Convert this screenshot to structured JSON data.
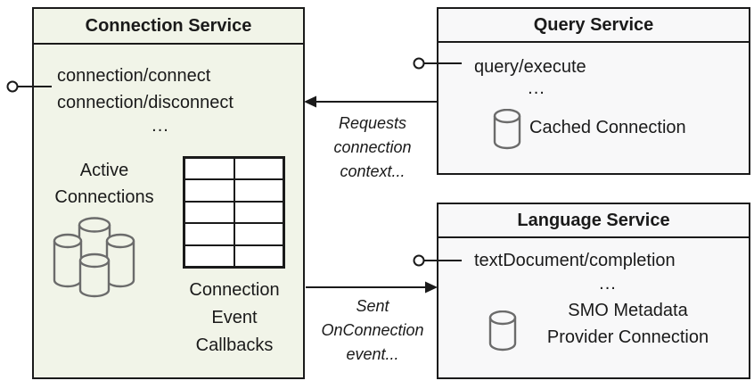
{
  "colors": {
    "border": "#1a1a1a",
    "connection_box_bg": "#f1f4e8",
    "service_box_bg": "#f8f8f9",
    "cylinder_stroke": "#6b6b6b",
    "text": "#1a1a1a"
  },
  "connection_service": {
    "title": "Connection Service",
    "methods": [
      "connection/connect",
      "connection/disconnect",
      "..."
    ],
    "active_connections": [
      "Active",
      "Connections"
    ],
    "callback_label": [
      "Connection",
      "Event",
      "Callbacks"
    ]
  },
  "query_service": {
    "title": "Query Service",
    "methods": [
      "query/execute",
      "..."
    ],
    "connection_label": "Cached Connection"
  },
  "language_service": {
    "title": "Language Service",
    "methods": [
      "textDocument/completion",
      "..."
    ],
    "connection_label": [
      "SMO Metadata",
      "Provider Connection"
    ]
  },
  "annotations": {
    "requests_label": [
      "Requests",
      "connection",
      "context..."
    ],
    "sent_label": [
      "Sent",
      "OnConnection",
      "event..."
    ]
  }
}
